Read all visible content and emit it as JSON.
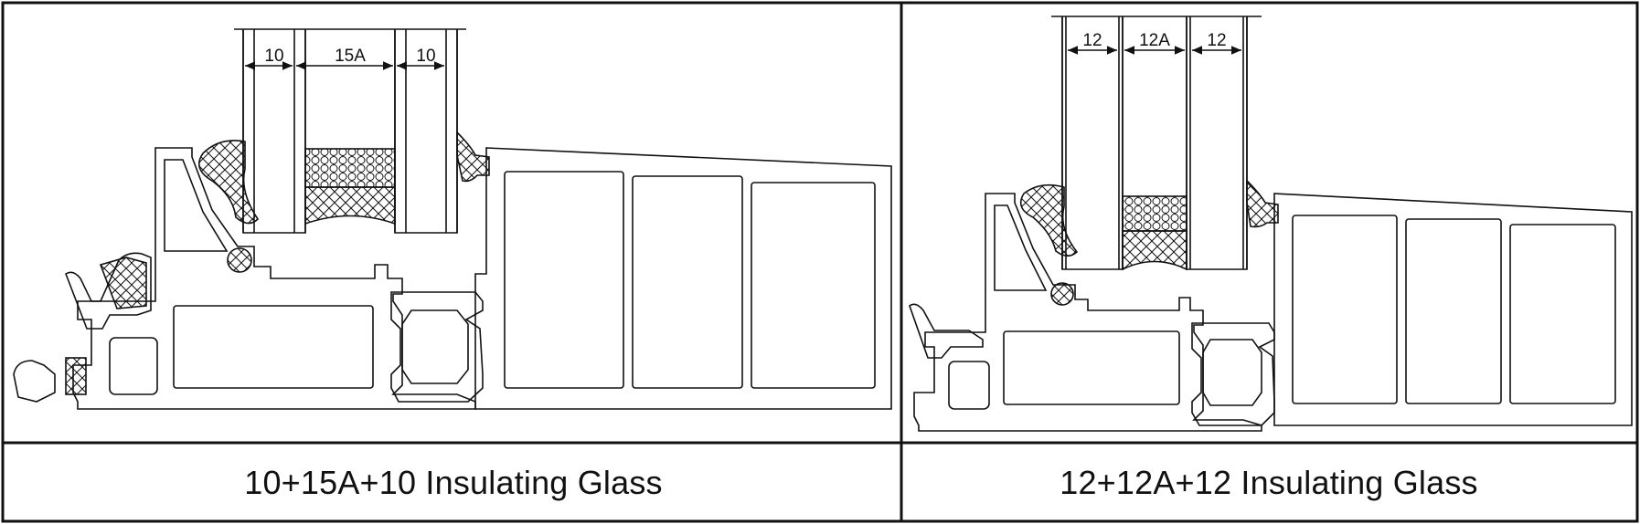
{
  "panels": [
    {
      "caption": "10+15A+10 Insulating Glass",
      "dimensions": [
        "10",
        "15A",
        "10"
      ]
    },
    {
      "caption": "12+12A+12 Insulating Glass",
      "dimensions": [
        "12",
        "12A",
        "12"
      ]
    }
  ],
  "colors": {
    "line": "#111111",
    "background": "#ffffff"
  }
}
